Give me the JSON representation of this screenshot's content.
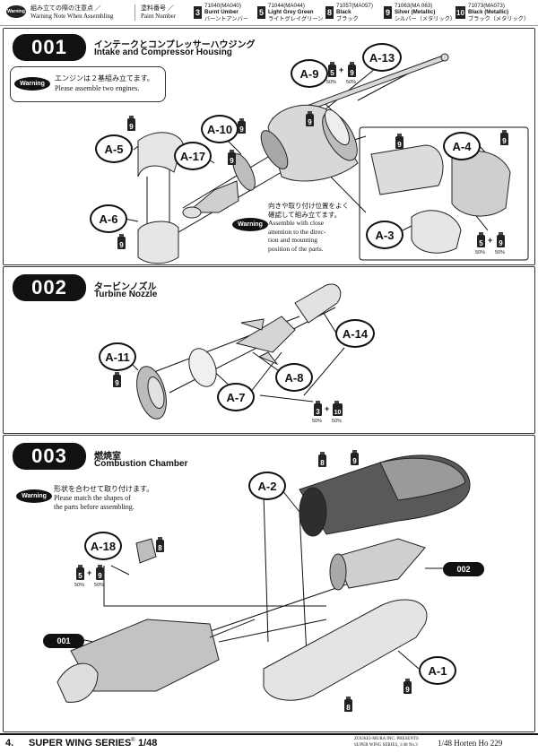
{
  "header": {
    "warning_badge": "Warning",
    "note_jp": "組み立ての際の注意点 ／",
    "note_en": "Warning Note When Assembling",
    "paint_no_jp": "塗料番号 ／",
    "paint_no_en": "Paint Number",
    "paints": [
      {
        "num": "3",
        "code": "71040(MA040)",
        "name": "Burnt Umber",
        "jp": "バーントアンバー"
      },
      {
        "num": "5",
        "code": "71044(MA044)",
        "name": "Light Grey Green",
        "jp": "ライトグレイグリーン"
      },
      {
        "num": "8",
        "code": "71057(MA057)",
        "name": "Black",
        "jp": "ブラック"
      },
      {
        "num": "9",
        "code": "71063(MA 063)",
        "name": "Silver (Metallic)",
        "jp": "シルバー（メタリック）"
      },
      {
        "num": "10",
        "code": "71073(MA073)",
        "name": "Black (Metallic)",
        "jp": "ブラック（メタリック）"
      }
    ]
  },
  "step1": {
    "number": "001",
    "title_jp": "インテークとコンプレッサーハウジング",
    "title_en": "Intake and Compressor Housing",
    "warning_badge": "Warning",
    "warning_jp": "エンジンは２基組み立てます。",
    "warning_en": "Please assemble two engines.",
    "note_badge": "Warning",
    "note_jp1": "向きや取り付け位置をよく",
    "note_jp2": "確認して組み立てます。",
    "note_en1": "Assemble with close",
    "note_en2": "attention to the direc-",
    "note_en3": "tion and mounting",
    "note_en4": "position of the parts.",
    "callouts": [
      "A-13",
      "A-9",
      "A-5",
      "A-10",
      "A-17",
      "A-6",
      "A-4",
      "A-3"
    ],
    "paints": [
      "9",
      "5",
      "9",
      "9",
      "9",
      "9",
      "9",
      "9",
      "9",
      "5",
      "9"
    ],
    "pct": [
      "50%",
      "50%",
      "50%",
      "50%"
    ],
    "plus": "+"
  },
  "step2": {
    "number": "002",
    "title_jp": "タービンノズル",
    "title_en": "Turbine Nozzle",
    "callouts": [
      "A-14",
      "A-11",
      "A-8",
      "A-7"
    ],
    "paints": [
      "9",
      "3",
      "10"
    ],
    "pct": [
      "50%",
      "50%"
    ],
    "plus": "+"
  },
  "step3": {
    "number": "003",
    "title_jp": "燃焼室",
    "title_en": "Combustion Chamber",
    "warning_badge": "Warning",
    "warning_jp": "形状を合わせて取り付けます。",
    "warning_en1": "Please match the shapes of",
    "warning_en2": "the parts before assembling.",
    "callouts": [
      "A-2",
      "A-18",
      "A-1"
    ],
    "refs": [
      "002",
      "001"
    ],
    "paints": [
      "8",
      "9",
      "8",
      "5",
      "9",
      "9",
      "8"
    ],
    "pct": [
      "50%",
      "50%"
    ],
    "plus": "+"
  },
  "footer": {
    "page": "4.",
    "series": "SUPER WING SERIES",
    "scale_small": "®",
    "scale": "1/48",
    "presents1": "ZOUKEI-MURA INC. PRESENTS",
    "presents2": "SUPER WING SERIES, 1/48 No.3",
    "model": "1/48  Horten Ho 229"
  }
}
